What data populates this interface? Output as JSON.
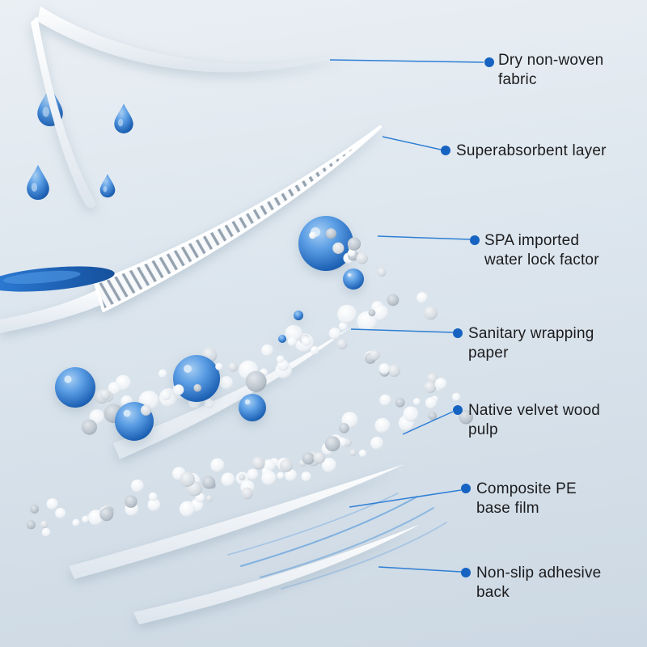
{
  "palette": {
    "background_top": "#eaeff4",
    "background_bottom": "#ccd8e3",
    "callout_line": "#2f7fd4",
    "callout_dot": "#1663c1",
    "water_blue": "#1f63b6",
    "sheet_white": "#ffffff",
    "text": "#1c1c1e"
  },
  "callouts": [
    {
      "id": "dry-non-woven-fabric",
      "label": "Dry non-woven\nfabric"
    },
    {
      "id": "superabsorbent-layer",
      "label": "Superabsorbent layer"
    },
    {
      "id": "spa-imported-water-lock-factor",
      "label": "SPA imported\nwater lock factor"
    },
    {
      "id": "sanitary-wrapping-paper",
      "label": "Sanitary wrapping\npaper"
    },
    {
      "id": "native-velvet-wood-pulp",
      "label": "Native velvet wood\npulp"
    },
    {
      "id": "composite-pe-base-film",
      "label": "Composite PE\nbase film"
    },
    {
      "id": "non-slip-adhesive-back",
      "label": "Non-slip adhesive\nback"
    }
  ]
}
